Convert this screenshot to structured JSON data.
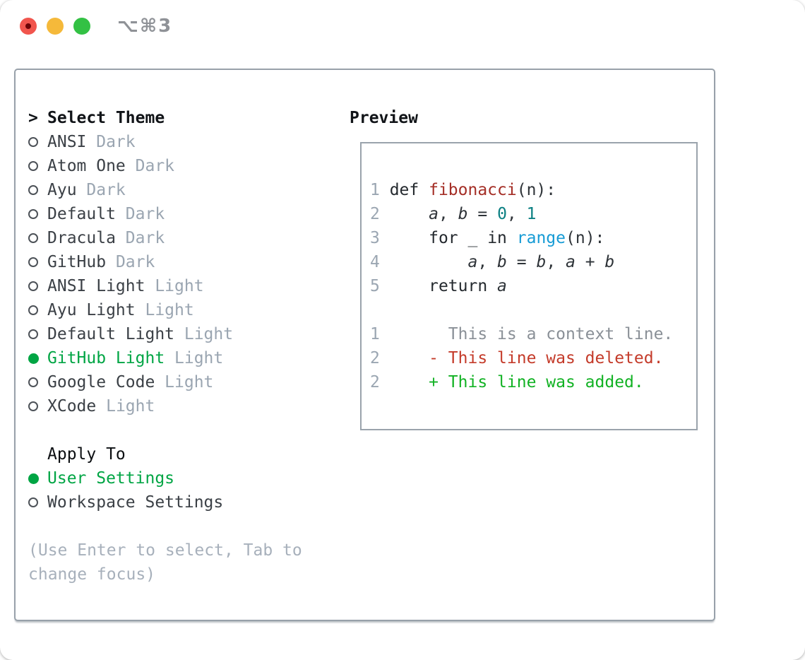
{
  "titlebar": {
    "shortcut_label": "⌥⌘3",
    "traffic_lights": [
      "close",
      "minimize",
      "zoom"
    ]
  },
  "theme_selector": {
    "cursor": ">",
    "title": "Select Theme",
    "themes": [
      {
        "name": "ANSI",
        "variant": "Dark",
        "selected": false
      },
      {
        "name": "Atom One",
        "variant": "Dark",
        "selected": false
      },
      {
        "name": "Ayu",
        "variant": "Dark",
        "selected": false
      },
      {
        "name": "Default",
        "variant": "Dark",
        "selected": false
      },
      {
        "name": "Dracula",
        "variant": "Dark",
        "selected": false
      },
      {
        "name": "GitHub",
        "variant": "Dark",
        "selected": false
      },
      {
        "name": "ANSI Light",
        "variant": "Light",
        "selected": false
      },
      {
        "name": "Ayu Light",
        "variant": "Light",
        "selected": false
      },
      {
        "name": "Default Light",
        "variant": "Light",
        "selected": false
      },
      {
        "name": "GitHub Light",
        "variant": "Light",
        "selected": true
      },
      {
        "name": "Google Code",
        "variant": "Light",
        "selected": false
      },
      {
        "name": "XCode",
        "variant": "Light",
        "selected": false
      }
    ]
  },
  "apply_to": {
    "title": "Apply To",
    "options": [
      {
        "name": "User Settings",
        "selected": true
      },
      {
        "name": "Workspace Settings",
        "selected": false
      }
    ]
  },
  "hint": "(Use Enter to select, Tab to change focus)",
  "preview": {
    "title": "Preview",
    "lines": [
      [
        [
          "lineno",
          "1 "
        ],
        [
          "kw",
          "def "
        ],
        [
          "func",
          "fibonacci"
        ],
        [
          "plain",
          "(n):"
        ]
      ],
      [
        [
          "lineno",
          "2 "
        ],
        [
          "plain",
          "    "
        ],
        [
          "var",
          "a"
        ],
        [
          "plain",
          ", "
        ],
        [
          "var",
          "b"
        ],
        [
          "plain",
          " = "
        ],
        [
          "num",
          "0"
        ],
        [
          "plain",
          ", "
        ],
        [
          "num",
          "1"
        ]
      ],
      [
        [
          "lineno",
          "3 "
        ],
        [
          "plain",
          "    "
        ],
        [
          "kw",
          "for"
        ],
        [
          "plain",
          " _ "
        ],
        [
          "kw",
          "in"
        ],
        [
          "plain",
          " "
        ],
        [
          "builtin",
          "range"
        ],
        [
          "plain",
          "(n):"
        ]
      ],
      [
        [
          "lineno",
          "4 "
        ],
        [
          "plain",
          "        "
        ],
        [
          "var",
          "a"
        ],
        [
          "plain",
          ", "
        ],
        [
          "var",
          "b"
        ],
        [
          "plain",
          " = "
        ],
        [
          "var",
          "b"
        ],
        [
          "plain",
          ", "
        ],
        [
          "var",
          "a"
        ],
        [
          "plain",
          " + "
        ],
        [
          "var",
          "b"
        ]
      ],
      [
        [
          "lineno",
          "5 "
        ],
        [
          "plain",
          "    "
        ],
        [
          "kw",
          "return"
        ],
        [
          "plain",
          " "
        ],
        [
          "var",
          "a"
        ]
      ],
      [],
      [
        [
          "lineno",
          "1 "
        ],
        [
          "ctx",
          "      This is a context line."
        ]
      ],
      [
        [
          "lineno",
          "2 "
        ],
        [
          "plain",
          "    "
        ],
        [
          "del",
          "- This line was deleted."
        ]
      ],
      [
        [
          "lineno",
          "2 "
        ],
        [
          "plain",
          "    "
        ],
        [
          "add",
          "+ This line was added."
        ]
      ]
    ]
  },
  "colors": {
    "selection_green": "#00a544",
    "diff_added_green": "#12b224",
    "diff_deleted_red": "#c43b2a",
    "context_gray": "#8a9097",
    "function_red": "#a42e26",
    "number_teal": "#0c8083",
    "builtin_blue": "#169bd5",
    "variant_gray": "#9aa5b1",
    "hint_gray": "#a7b0bb",
    "panel_border_gray": "#98a1aa",
    "traffic_red": "#f1554d",
    "traffic_yellow": "#f5b93a",
    "traffic_green": "#33c144"
  }
}
